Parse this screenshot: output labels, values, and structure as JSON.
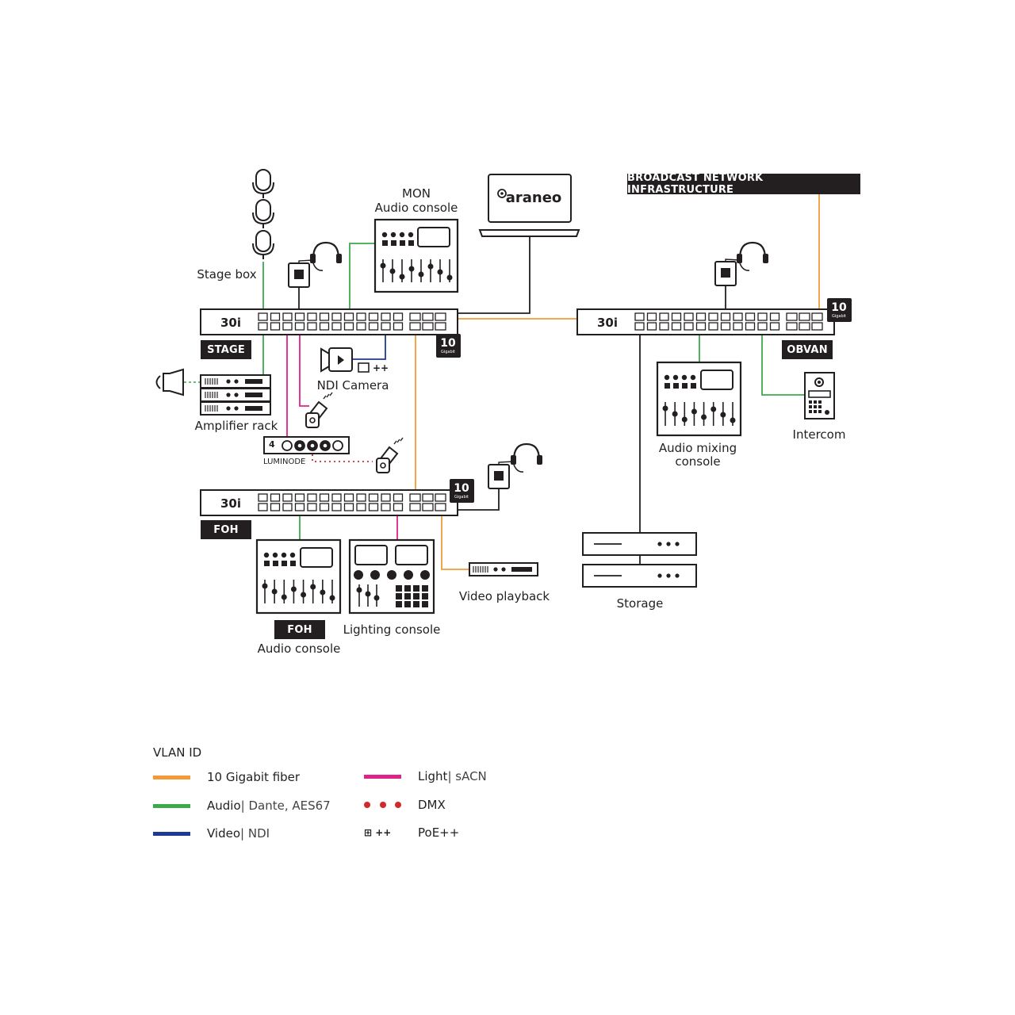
{
  "colors": {
    "fiber": "#f29a38",
    "audio": "#3daa49",
    "video": "#1f3a93",
    "light": "#e0218a",
    "dmx": "#d12a2a",
    "ink": "#231f20"
  },
  "header_tag": "BROADCAST NETWORK INFRASTRUCTURE",
  "laptop_brand": "araneo",
  "switches": {
    "stage": {
      "model": "30i",
      "tag": "STAGE",
      "badge_num": "10",
      "badge_sub": "Gigabit"
    },
    "foh": {
      "model": "30i",
      "tag": "FOH",
      "badge_num": "10",
      "badge_sub": "Gigabit"
    },
    "obvan": {
      "model": "30i",
      "tag": "OBVAN",
      "badge_num": "10",
      "badge_sub": "Gigabit"
    }
  },
  "devices": {
    "mon_title": "MON",
    "mon_sub": "Audio console",
    "stage_box": "Stage box",
    "ndi_camera": "NDI Camera",
    "ndi_poe": "++",
    "amplifier_rack": "Amplifier rack",
    "luminode_num": "4",
    "luminode_label": "LUMINODE",
    "audio_mixing_1": "Audio mixing",
    "audio_mixing_2": "console",
    "intercom": "Intercom",
    "storage": "Storage",
    "video_playback": "Video playback",
    "lighting_console": "Lighting console",
    "foh_tag": "FOH",
    "foh_audio_console": "Audio console"
  },
  "legend": {
    "title": "VLAN ID",
    "items": [
      {
        "label": "10 Gigabit fiber",
        "sub": ""
      },
      {
        "label": "Audio",
        "sub": " | Dante, AES67"
      },
      {
        "label": "Video",
        "sub": " | NDI"
      },
      {
        "label": "Light",
        "sub": " | sACN"
      },
      {
        "label": "DMX",
        "sub": ""
      },
      {
        "label": "PoE++",
        "sub": "",
        "icon": "++"
      }
    ]
  }
}
